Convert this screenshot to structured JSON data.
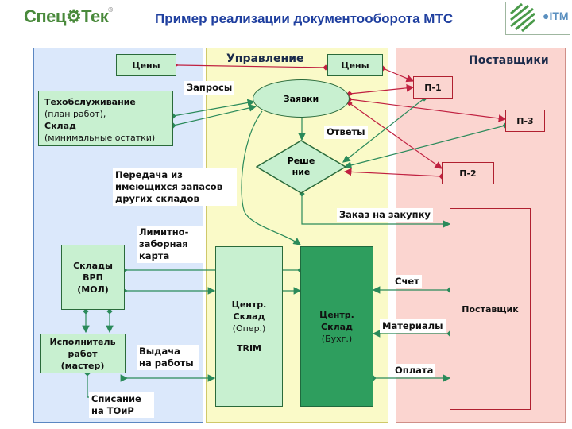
{
  "header": {
    "logo_left": "Спец",
    "logo_left_b": "Тек",
    "title": "Пример реализации документооборота МТС",
    "logo_right": "ITM"
  },
  "sections": {
    "mid_title": "Управление",
    "right_title": "Поставщики"
  },
  "boxes": {
    "prices_left": "Цены",
    "prices_mid": "Цены",
    "requests": "Заявки",
    "decision_1": "Реше",
    "decision_2": "ние",
    "p1": "П-1",
    "p2": "П-2",
    "p3": "П-3",
    "maintenance_title": "Техобслуживание",
    "maintenance_line2": "(план работ),",
    "maintenance_line3": "Склад",
    "maintenance_line4": "(минимальные остатки)",
    "warehouses_1": "Склады",
    "warehouses_2": "ВРП",
    "warehouses_3": "(МОЛ)",
    "executor_1": "Исполнитель",
    "executor_2": "работ",
    "executor_3": "(мастер)",
    "central_oper_1": "Центр.",
    "central_oper_2": "Склад",
    "central_oper_3": "(Опер.)",
    "central_oper_4": "TRIM",
    "central_buh_1": "Центр.",
    "central_buh_2": "Склад",
    "central_buh_3": "(Бухг.)",
    "supplier": "Поставщик"
  },
  "labels": {
    "requests_label": "Запросы",
    "answers": "Ответы",
    "transfer_1": "Передача из",
    "transfer_2": "имеющихся  запасов",
    "transfer_3": "других складов",
    "purchase_order": "Заказ на закупку",
    "limit_1": "Лимитно-",
    "limit_2": "заборная",
    "limit_3": "карта",
    "invoice": "Счет",
    "materials": "Материалы",
    "payment": "Оплата",
    "issue_1": "Выдача",
    "issue_2": "на работы",
    "writeoff_1": "Списание",
    "writeoff_2": "на ТОиР"
  },
  "colors": {
    "title": "#1f3f9f",
    "left_panel": "#dbe8fb",
    "mid_panel": "#fafac8",
    "right_panel": "#fbd5d0",
    "green_box": "#c8f0d0",
    "connector": "#2a8a5a",
    "connector_red": "#c02040"
  }
}
